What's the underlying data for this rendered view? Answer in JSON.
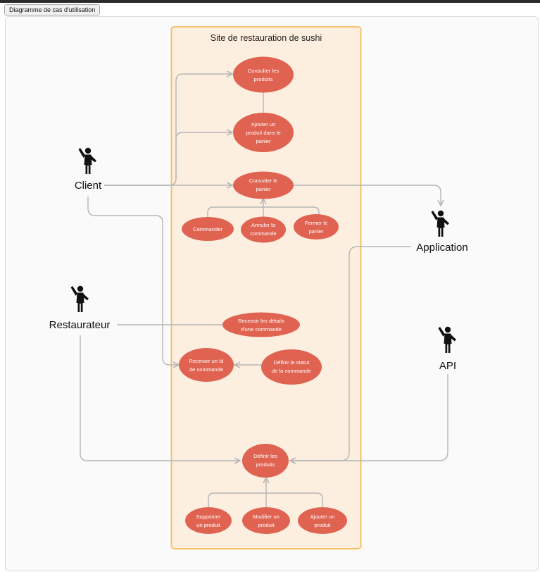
{
  "tab_label": "Diagramme de cas d'utilisation",
  "system": {
    "title": "Site de restauration de sushi"
  },
  "colors": {
    "usecase_fill": "#E06352",
    "boundary_fill": "#FDEFE0",
    "boundary_stroke": "#F5C06A",
    "edge": "#B5B5B5",
    "actor": "#111111"
  },
  "actors": {
    "client": "Client",
    "application": "Application",
    "restaurateur": "Restaurateur",
    "api": "API"
  },
  "usecases": {
    "consulter_produits": [
      "Consulter les",
      "produits"
    ],
    "ajouter_produit_panier": [
      "Ajouter un",
      "produit dans le",
      "panier"
    ],
    "consulter_panier": [
      "Consulter le",
      "panier"
    ],
    "commander": [
      "Commander"
    ],
    "annuler_commande": [
      "Annuler la",
      "commande"
    ],
    "fermer_panier": [
      "Fermer le",
      "panier"
    ],
    "recevoir_details": [
      "Recevoir les détails",
      "d'une commande"
    ],
    "recevoir_id": [
      "Recevoir un Id",
      "de commande"
    ],
    "definir_statut": [
      "Définir le statut",
      "de la commande"
    ],
    "definir_produits": [
      "Définir les",
      "produits"
    ],
    "supprimer_produit": [
      "Supprimer",
      "un produit"
    ],
    "modifier_produit": [
      "Modifier un",
      "produit"
    ],
    "ajouter_produit": [
      "Ajouter un",
      "produit"
    ]
  }
}
